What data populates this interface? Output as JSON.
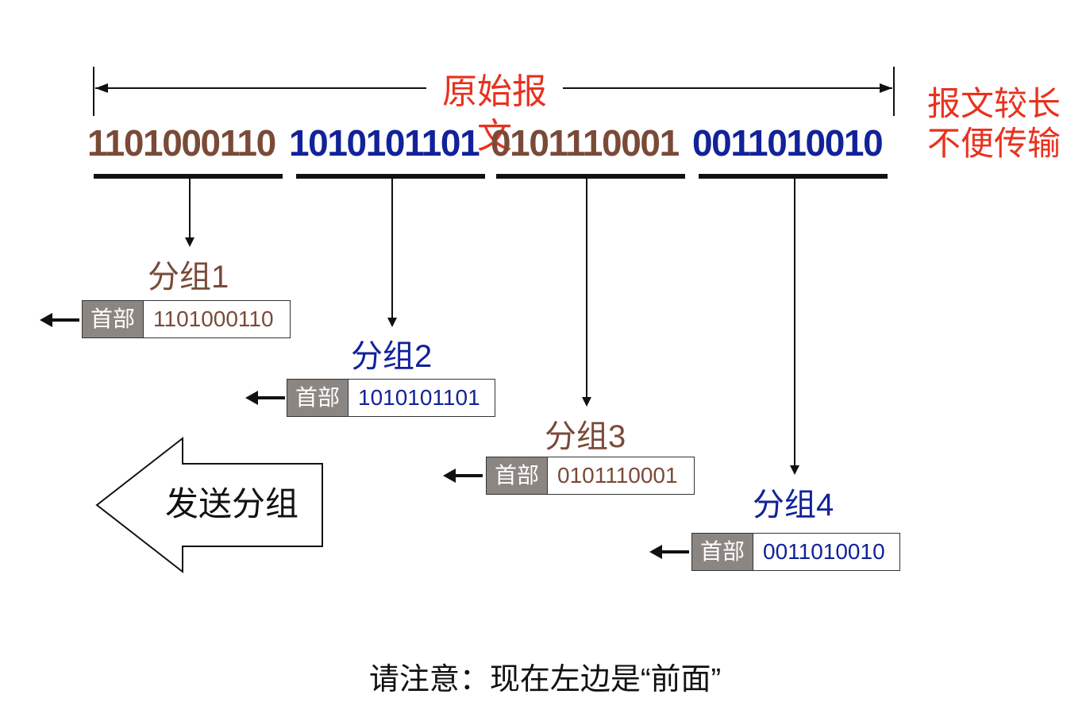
{
  "title": "原始报文",
  "side_note": {
    "line1": "报文较长",
    "line2": "不便传输"
  },
  "segments": [
    {
      "bits": "1101000110",
      "color": "#7a4a38"
    },
    {
      "bits": "1010101101",
      "color": "#12229a"
    },
    {
      "bits": "0101110001",
      "color": "#7a4a38"
    },
    {
      "bits": "0011010010",
      "color": "#12229a"
    }
  ],
  "packets": [
    {
      "label": "分组1",
      "header": "首部",
      "payload": "1101000110",
      "color": "#7a4a38"
    },
    {
      "label": "分组2",
      "header": "首部",
      "payload": "1010101101",
      "color": "#12229a"
    },
    {
      "label": "分组3",
      "header": "首部",
      "payload": "0101110001",
      "color": "#7a4a38"
    },
    {
      "label": "分组4",
      "header": "首部",
      "payload": "0011010010",
      "color": "#12229a"
    }
  ],
  "send_label": "发送分组",
  "footer": "请注意：现在左边是“前面”"
}
